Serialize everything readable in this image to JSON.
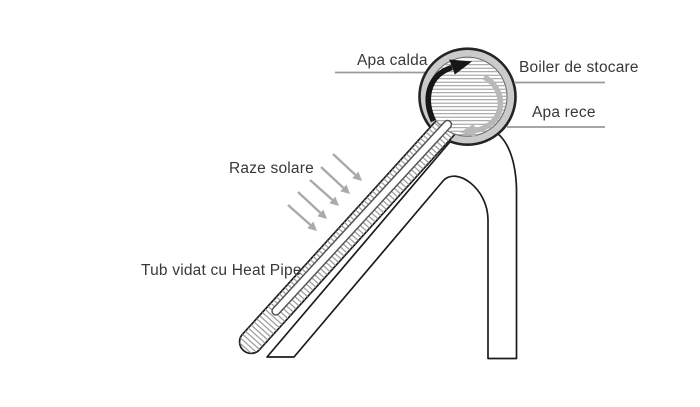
{
  "diagram": {
    "labels": {
      "hot_water": "Apa calda",
      "boiler": "Boiler de stocare",
      "cold_water": "Apa rece",
      "solar_rays": "Raze solare",
      "vacuum_tube": "Tub vidat cu Heat Pipe"
    },
    "colors": {
      "outline": "#1c1c1c",
      "ring_fill": "#cbcbcb",
      "disc_stroke": "#6e6e6e",
      "disc_hatch": "#979797",
      "tube_hatch": "#8f8f8f",
      "pipe_outline": "#555555",
      "ray_arrow": "#aaaaaa",
      "hot_arrow": "#161616",
      "cold_arrow": "#b8b8b8",
      "pointer_line": "#9a9a9a"
    }
  }
}
